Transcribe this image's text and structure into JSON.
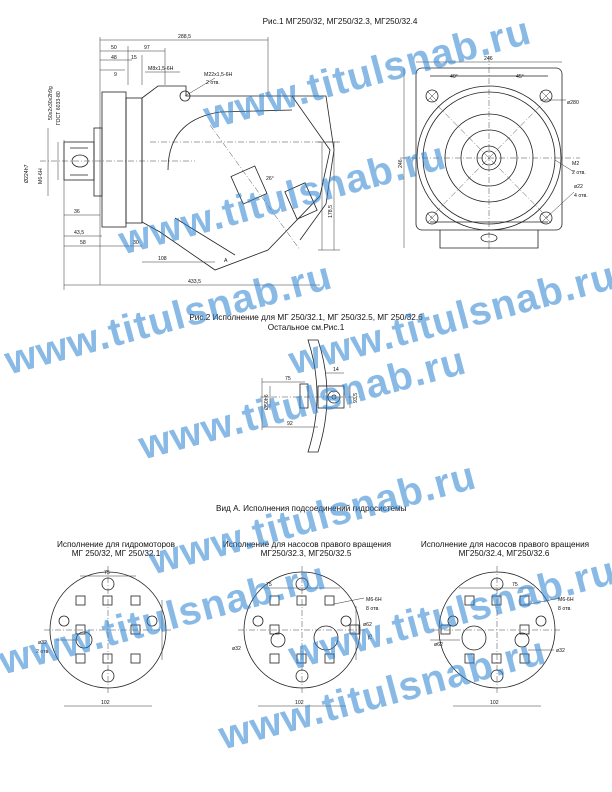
{
  "captions": {
    "fig1": "Рис.1 МГ250/32, МГ250/32.3, МГ250/32.4",
    "fig2_line1": "Рис.2 Исполнение для МГ 250/32.1, МГ 250/32.5, МГ 250/32.6",
    "fig2_line2": "Остальное см.Рис.1",
    "viewA": "Вид А. Исполнения подсоединений гидросистемы",
    "variant1_line1": "Исполнение для гидромоторов",
    "variant1_line2": "МГ 250/32, МГ 250/32.1",
    "variant2_line1": "Исполнение для насосов правого вращения",
    "variant2_line2": "МГ250/32.3, МГ250/32.5",
    "variant3_line1": "Исполнение для насосов правого вращения",
    "variant3_line2": "МГ250/32.4, МГ250/32.6"
  },
  "fig1_dims": {
    "d288": "288,5",
    "d50": "50",
    "d97": "97",
    "d48": "48",
    "d15": "15",
    "m8": "M8x1,5-6H",
    "d9": "9",
    "m22": "M22x1,5-6H",
    "holes2": "2 отв.",
    "shaft1": "50x2x30x2h9g",
    "shaft2": "ГОСТ 6033-80",
    "shaft3": "Ø224h7",
    "m6": "M6-6H",
    "d36": "36",
    "d435": "43,5",
    "d58": "58",
    "d30": "30",
    "d108": "108",
    "d4335": "433,5",
    "d1785": "178,5",
    "angle": "26°",
    "labelA": "A"
  },
  "front_dims": {
    "d246top": "246",
    "d246side": "246",
    "a40": "40°",
    "a45": "45°",
    "d280": "ø280",
    "m2": "M2",
    "holes2": "2 отв.",
    "d22": "ø22",
    "holes4": "4 отв."
  },
  "fig2_dims": {
    "d75": "75",
    "d14": "14",
    "d93": "93,5",
    "d92": "92",
    "d50": "Ø50h6"
  },
  "port_dims": {
    "p1_75": "75",
    "p1_d32": "ø32",
    "p1_holes": "2 отв.",
    "p1_102": "102",
    "p2_75": "75",
    "p2_m6": "M6-6H",
    "p2_holes": "8 отв.",
    "p2_d62": "ø62",
    "p2_d32": "ø32",
    "p2_75v": "75",
    "p2_102": "102",
    "p3_75": "75",
    "p3_m6": "M6-6H",
    "p3_holes": "8 отв.",
    "p3_d62": "ø62",
    "p3_d32": "ø32",
    "p3_102": "102"
  },
  "watermark": "www.titulsnab.ru"
}
